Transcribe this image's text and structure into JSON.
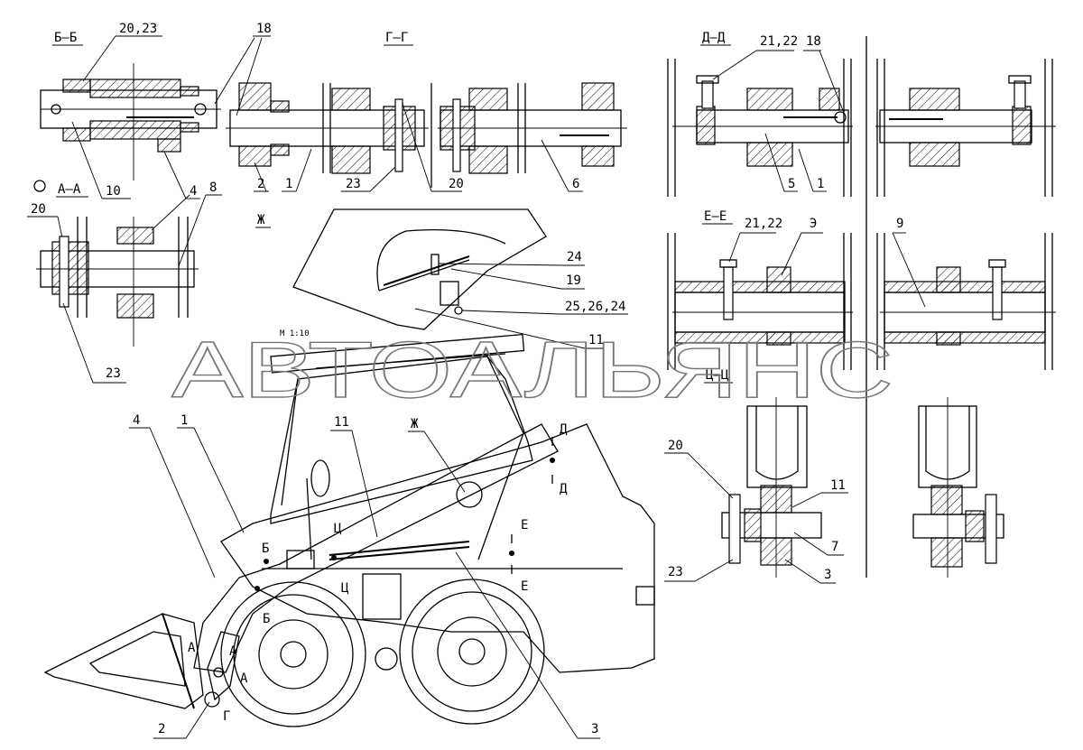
{
  "sections": {
    "bb": "Б–Б",
    "gg": "Г–Г",
    "dd": "Д–Д",
    "ee": "Е–Е",
    "aa": "А–А",
    "zh": "Ж",
    "ts": "Ц–Ц",
    "scale": "M 1:10"
  },
  "watermark": "АВТОАЛЬЯНС",
  "callouts": {
    "bb_20_23": "20,23",
    "bb_18": "18",
    "bb_10": "10",
    "bb_4": "4",
    "bb_8": "8",
    "gg_2": "2",
    "gg_1": "1",
    "gg_23": "23",
    "gg_20": "20",
    "gg_6": "6",
    "dd_21_22": "21,22",
    "dd_18": "18",
    "dd_5": "5",
    "dd_1": "1",
    "aa_20": "20",
    "aa_23": "23",
    "ee_21_22": "21,22",
    "ee_E": "Э",
    "ee_9": "9",
    "zh_24": "24",
    "zh_19": "19",
    "zh_25_26_24": "25,26,24",
    "zh_11": "11",
    "main_4": "4",
    "main_1": "1",
    "main_11": "11",
    "main_zh": "Ж",
    "main_d_top": "Д",
    "main_d_bot": "Д",
    "main_e_top": "Е",
    "main_e_bot": "Е",
    "main_ts_top": "Ц",
    "main_ts_bot": "Ц",
    "main_b_top": "Б",
    "main_b_bot": "Б",
    "main_a1": "А",
    "main_a2": "А",
    "main_a3": "А",
    "main_g": "Г",
    "main_2": "2",
    "main_3": "3",
    "ts_20": "20",
    "ts_11": "11",
    "ts_7": "7",
    "ts_23": "23",
    "ts_3": "3"
  }
}
